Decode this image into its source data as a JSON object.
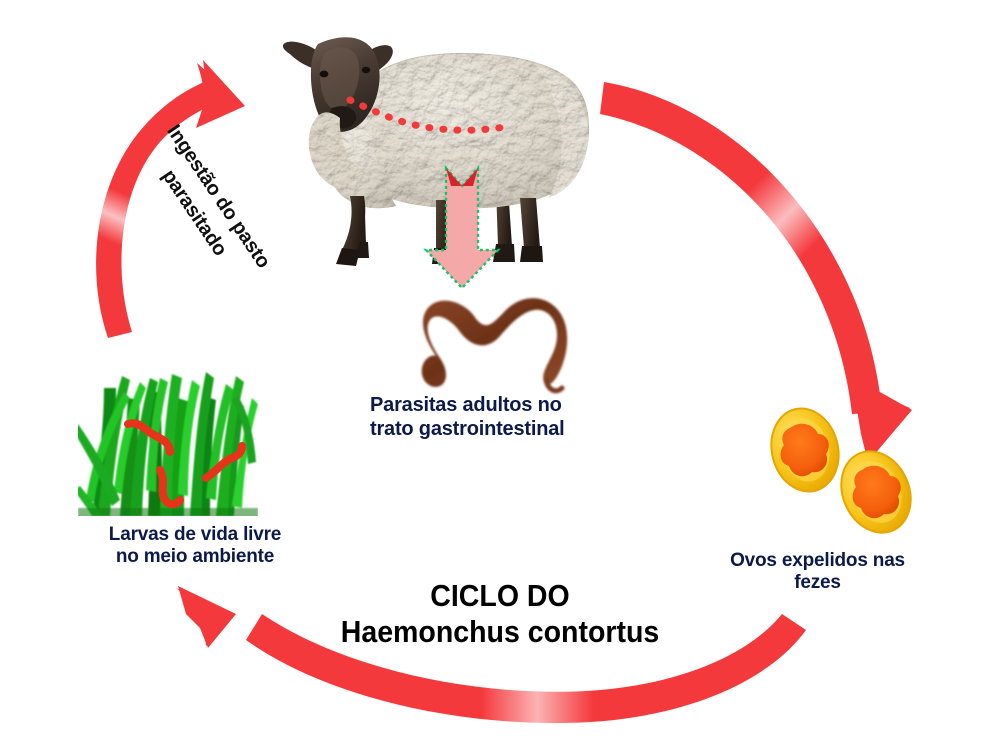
{
  "diagram": {
    "title_line1": "CICLO DO",
    "title_line2": "Haemonchus contortus",
    "title_text": "CICLO DO\nHaemonchus contortus",
    "background_color": "#ffffff"
  },
  "labels": {
    "ingestion": "Ingestão do pasto\nparasitado",
    "ingestion_line1": "Ingestão do pasto",
    "ingestion_line2": "parasitado",
    "adult_parasites": "Parasitas adultos no\ntrato gastrointestinal",
    "adult_parasites_line1": "Parasitas adultos no",
    "adult_parasites_line2": "trato gastrointestinal",
    "free_living_larvae": "Larvas de vida livre\nno meio ambiente",
    "free_living_larvae_line1": "Larvas de vida livre",
    "free_living_larvae_line2": "no meio ambiente",
    "eggs_in_feces": "Ovos expelidos nas\nfezes",
    "eggs_in_feces_line1": "Ovos expelidos nas",
    "eggs_in_feces_line2": "fezes"
  },
  "stages": [
    {
      "id": "host-sheep",
      "name": "Ovino hospedeiro",
      "label": "",
      "position": "top-center"
    },
    {
      "id": "adult-worm",
      "name": "Parasita adulto",
      "label": "Parasitas adultos no trato gastrointestinal",
      "position": "center"
    },
    {
      "id": "eggs",
      "name": "Ovos",
      "label": "Ovos expelidos nas fezes",
      "position": "right",
      "count": 2
    },
    {
      "id": "pasture-larvae",
      "name": "Larvas no pasto",
      "label": "Larvas de vida livre no meio ambiente",
      "position": "left",
      "larva_count": 3
    }
  ],
  "arrows": [
    {
      "id": "arrow-ingestion",
      "label": "Ingestão do pasto parasitado",
      "from": "pasture-larvae",
      "to": "host-sheep",
      "color": "#F4393D",
      "direction": "up-right"
    },
    {
      "id": "arrow-host-to-eggs",
      "label": "",
      "from": "host-sheep",
      "to": "eggs",
      "color": "#F4393D",
      "direction": "down-right"
    },
    {
      "id": "arrow-eggs-to-pasture",
      "label": "",
      "from": "eggs",
      "to": "pasture-larvae",
      "color": "#F4393D",
      "direction": "up-left"
    },
    {
      "id": "arrow-gi-tract",
      "label": "",
      "from": "host-sheep",
      "to": "adult-worm",
      "color": "#F5A8A8",
      "direction": "down"
    }
  ],
  "colors": {
    "arrow_red": "#F4393D",
    "arrow_pink": "#F5A8A8",
    "arrow_pink_outline": "#14C46A",
    "text_navy": "#0c1a4b",
    "text_black": "#000000",
    "egg_shell": "#F5C023",
    "egg_shell_light": "#FFD54A",
    "egg_morula": "#F4600D",
    "grass_green": "#18A317",
    "grass_green_dark": "#0B7A12",
    "larva_red": "#E8331B",
    "worm_brown": "#7E3B1E",
    "sheep_wool": "#E3DDD2",
    "sheep_face": "#4A4038",
    "dotted_red": "#F4393D"
  }
}
